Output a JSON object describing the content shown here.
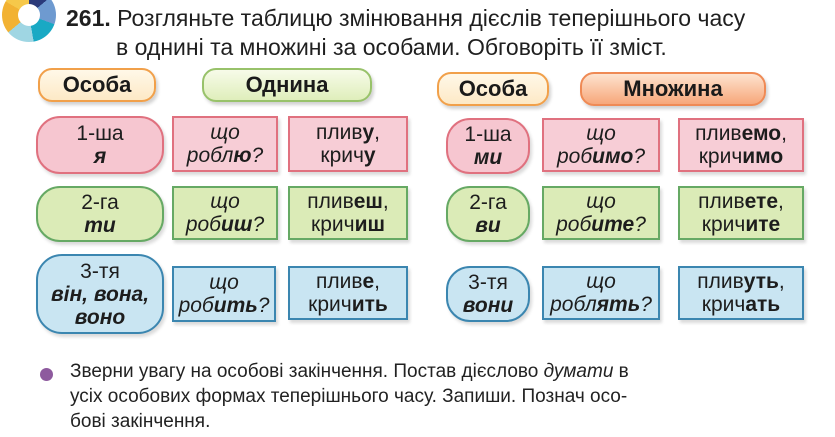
{
  "exercise": {
    "number": "261.",
    "title_line1": "Розгляньте таблицю змінювання дієслів теперішнього часу",
    "title_line2": "в однині та множині за особами. Обговоріть її зміст."
  },
  "colors": {
    "first_person": "#f7cdd6",
    "second_person": "#dbebb7",
    "third_person": "#c9e5f2",
    "bullet": "#8e5a9e",
    "header_osoba_border": "#f1a04a",
    "header_plural": "#f7a77a"
  },
  "singular": {
    "header_person": "Особа",
    "header_number": "Однина",
    "rows": [
      {
        "person": "1-ша",
        "pronoun": "я",
        "q_prefix": "що",
        "q_stem": "робл",
        "q_end": "ю",
        "q_mark": "?",
        "v1_stem": "плив",
        "v1_end": "у",
        "v1_comma": ",",
        "v2_stem": "крич",
        "v2_end": "у"
      },
      {
        "person": "2-га",
        "pronoun": "ти",
        "q_prefix": "що",
        "q_stem": "роб",
        "q_end": "иш",
        "q_mark": "?",
        "v1_stem": "плив",
        "v1_end": "еш",
        "v1_comma": ",",
        "v2_stem": "крич",
        "v2_end": "иш"
      },
      {
        "person": "3-тя",
        "pronoun": "він, вона,",
        "pronoun2": "воно",
        "q_prefix": "що",
        "q_stem": "роб",
        "q_end": "ить",
        "q_mark": "?",
        "v1_stem": "плив",
        "v1_end": "е",
        "v1_comma": ",",
        "v2_stem": "крич",
        "v2_end": "ить"
      }
    ]
  },
  "plural": {
    "header_person": "Особа",
    "header_number": "Множина",
    "rows": [
      {
        "person": "1-ша",
        "pronoun": "ми",
        "q_prefix": "що",
        "q_stem": "роб",
        "q_end": "имо",
        "q_mark": "?",
        "v1_stem": "плив",
        "v1_end": "емо",
        "v1_comma": ",",
        "v2_stem": "крич",
        "v2_end": "имо"
      },
      {
        "person": "2-га",
        "pronoun": "ви",
        "q_prefix": "що",
        "q_stem": "роб",
        "q_end": "ите",
        "q_mark": "?",
        "v1_stem": "плив",
        "v1_end": "ете",
        "v1_comma": ",",
        "v2_stem": "крич",
        "v2_end": "ите"
      },
      {
        "person": "3-тя",
        "pronoun": "вони",
        "q_prefix": "що",
        "q_stem": "робл",
        "q_end": "ять",
        "q_mark": "?",
        "v1_stem": "плив",
        "v1_end": "уть",
        "v1_comma": ",",
        "v2_stem": "крич",
        "v2_end": "ать"
      }
    ]
  },
  "task": {
    "line1_a": "Зверни увагу на особові закінчення. Постав дієслово ",
    "line1_italic": "думати",
    "line1_b": " в",
    "line2": "усіх особових формах теперішнього часу. Запиши. Познач осо-",
    "line3": "бові закінчення."
  }
}
